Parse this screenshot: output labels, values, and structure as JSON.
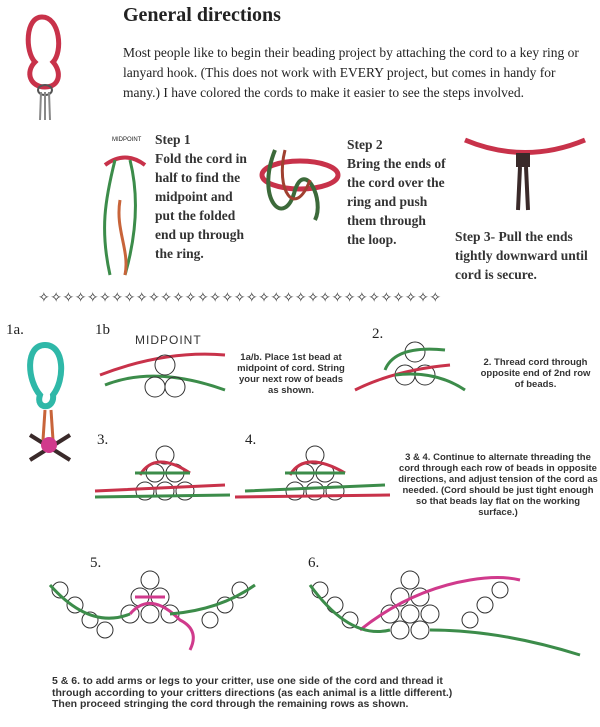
{
  "title": "General directions",
  "intro": "Most people like to begin their beading project by attaching the cord to a key ring or lanyard hook. (This does not work with EVERY project, but comes in handy for many.) I have colored the cords to make it easier to see the steps involved.",
  "steps": [
    {
      "heading": "Step 1",
      "text": "Fold the cord in half to find the midpoint and put the folded end up through the ring.",
      "label": "MIDPOINT"
    },
    {
      "heading": "Step 2",
      "text": "Bring the ends of the cord over the ring and push them through the loop."
    },
    {
      "heading": "Step 3- Pull the ends tightly downward until cord is secure."
    }
  ],
  "divider": "✧✧✧✧✧✧✧✧✧✧✧✧✧✧✧✧✧✧✧✧✧✧✧✧✧✧✧✧✧✧✧✧✧",
  "figures": {
    "f1a": "1a.",
    "f1b": "1b",
    "midpoint": "MIDPOINT",
    "f2": "2.",
    "f3": "3.",
    "f4": "4.",
    "f5": "5.",
    "f6": "6."
  },
  "captions": {
    "c1": "1a/b. Place 1st bead at midpoint of cord. String your next row of beads as shown.",
    "c2": "2. Thread cord through opposite end of 2nd row of beads.",
    "c34": "3 & 4. Continue to alternate threading the cord through each row of beads in opposite directions, and adjust tension of the cord as needed. (Cord should be just tight enough so that beads lay flat on the working surface.)",
    "c56": "5 & 6. to add arms or legs to your critter, use one side of the cord and thread it through according to your critters directions (as each animal is a little different.)  Then proceed stringing the cord through the remaining rows as shown."
  },
  "colors": {
    "red": "#c8324a",
    "green": "#3c8c4a",
    "teal": "#2fb8a8",
    "pink": "#d03a8c",
    "dark": "#3a2a2a"
  }
}
